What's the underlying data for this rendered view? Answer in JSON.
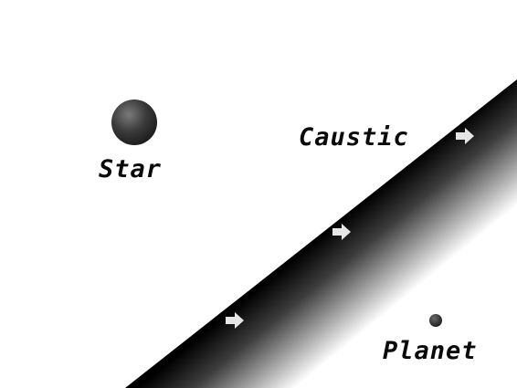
{
  "labels": {
    "star": "Star",
    "caustic": "Caustic",
    "planet": "Planet"
  },
  "colors": {
    "background": "#ffffff",
    "caustic_dark": "#000000",
    "caustic_light": "#ffffff",
    "bodies": "#2a2a2a",
    "arrows": "#e6e6e6"
  },
  "arrows": {
    "count": 3,
    "icon": "arrow-right-icon",
    "direction": "right"
  }
}
